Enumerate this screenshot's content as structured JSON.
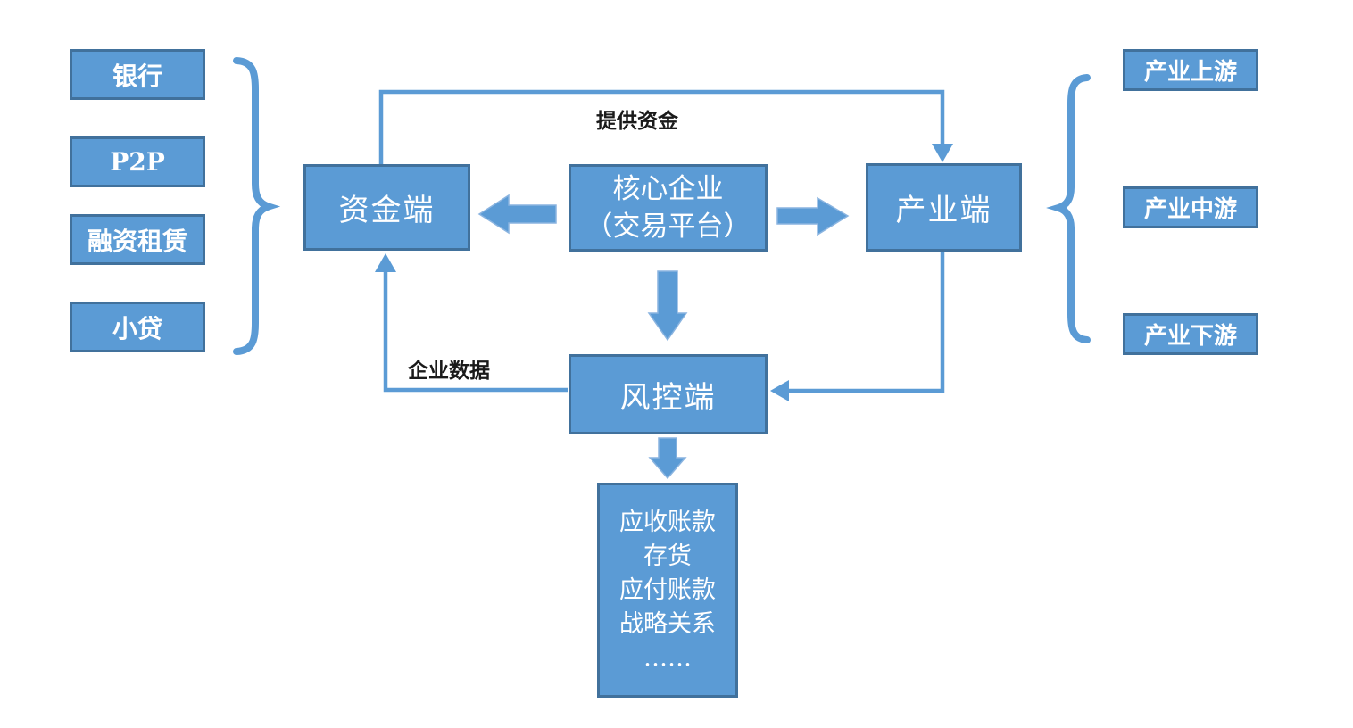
{
  "colors": {
    "shape_fill": "#5b9bd5",
    "shape_border": "#41719c",
    "connector": "#5b9bd5",
    "box_text": "#ffffff",
    "label_text": "#1a1a1a",
    "background": "#ffffff"
  },
  "funding_sources": {
    "items": [
      {
        "label": "银行"
      },
      {
        "label": "P2P"
      },
      {
        "label": "融资租赁"
      },
      {
        "label": "小贷"
      }
    ]
  },
  "industry_chain": {
    "items": [
      {
        "label": "产业上游"
      },
      {
        "label": "产业中游"
      },
      {
        "label": "产业下游"
      }
    ]
  },
  "nodes": {
    "capital": {
      "label": "资金端"
    },
    "core": {
      "line1": "核心企业",
      "line2": "（交易平台）"
    },
    "industry": {
      "label": "产业端"
    },
    "risk": {
      "label": "风控端"
    },
    "assets": {
      "lines": [
        "应收账款",
        "存货",
        "应付账款",
        "战略关系",
        "……"
      ]
    }
  },
  "edge_labels": {
    "provide_funds": "提供资金",
    "enterprise_data": "企业数据"
  },
  "icons": {
    "left_brace": "right-curly-brace",
    "right_brace": "left-curly-brace",
    "block_arrow_left": "block-arrow-left",
    "block_arrow_right": "block-arrow-right",
    "block_arrow_down_core": "block-arrow-down",
    "block_arrow_down_risk": "block-arrow-down",
    "elbow_top": "elbow-arrow-down",
    "elbow_left": "elbow-arrow-up",
    "elbow_right": "elbow-arrow-left"
  }
}
